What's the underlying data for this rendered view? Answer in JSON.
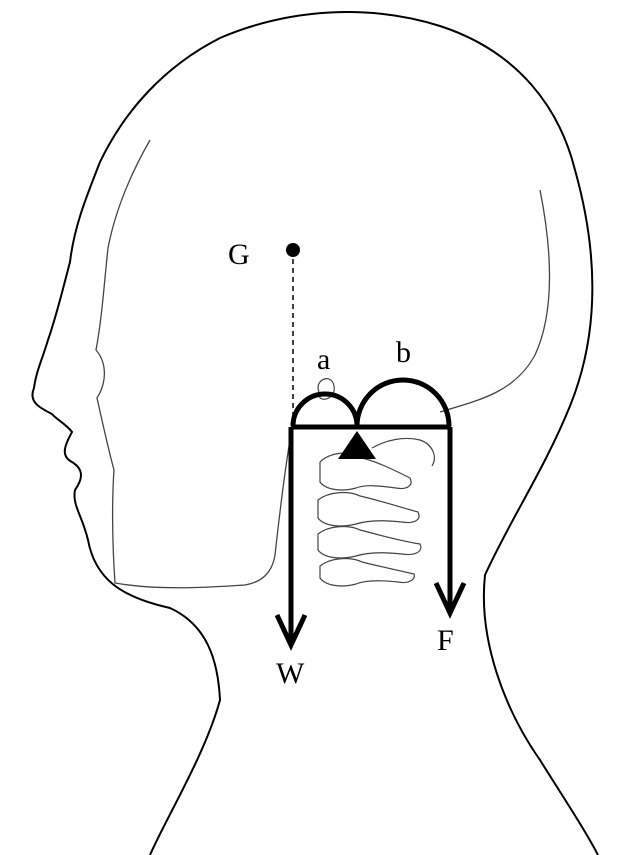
{
  "labels": {
    "center_of_gravity": "G",
    "lever_arm_a": "a",
    "lever_arm_b": "b",
    "weight": "W",
    "muscle_force": "F"
  },
  "colors": {
    "ink": "#000000",
    "background": "#ffffff"
  }
}
